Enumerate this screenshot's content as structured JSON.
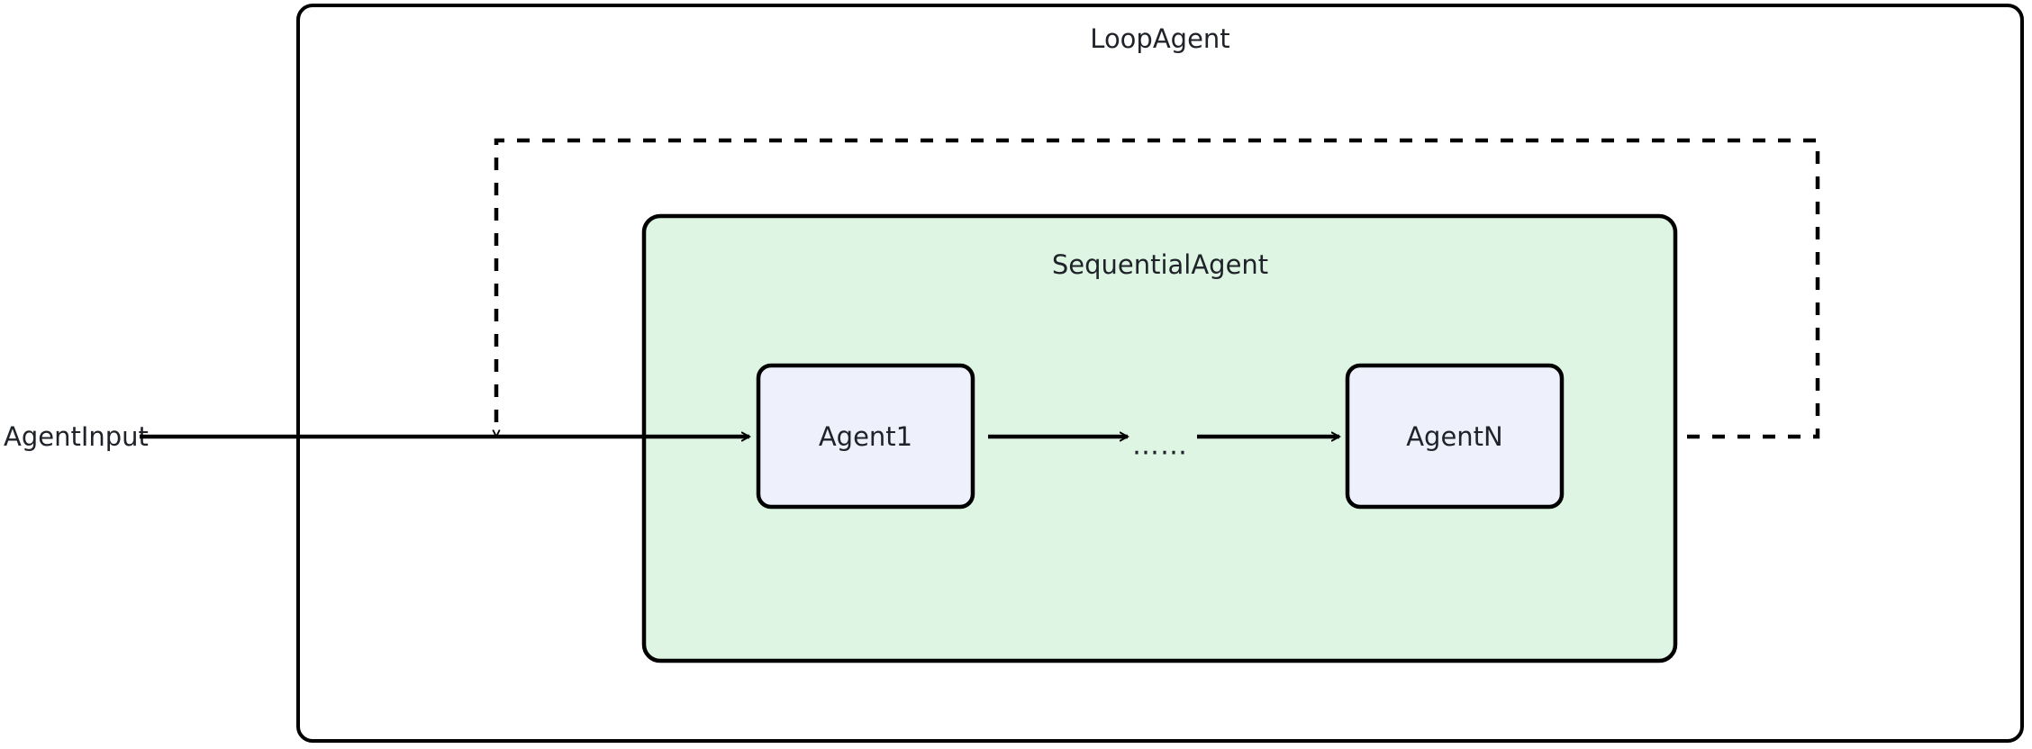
{
  "diagram": {
    "title": "LoopAgent",
    "background_color": "#ffffff",
    "stroke_color": "#000000",
    "text_color": "#1f2329",
    "outer_container": {
      "label": "LoopAgent",
      "fill": "#ffffff",
      "stroke": "#000000"
    },
    "group_container": {
      "label": "SequentialAgent",
      "fill": "#dff5e4",
      "stroke": "#000000"
    },
    "nodes": [
      {
        "id": "agent1",
        "label": "Agent1",
        "fill": "#eef1fc",
        "stroke": "#000000"
      },
      {
        "id": "agentN",
        "label": "AgentN",
        "fill": "#eef1fc",
        "stroke": "#000000"
      }
    ],
    "input": {
      "label": "AgentInput"
    },
    "ellipsis": "……",
    "edges": [
      {
        "from": "AgentInput",
        "to": "Agent1",
        "style": "solid",
        "arrow": true
      },
      {
        "from": "Agent1",
        "to": "……",
        "style": "solid",
        "arrow": true
      },
      {
        "from": "……",
        "to": "AgentN",
        "style": "solid",
        "arrow": true
      },
      {
        "from": "AgentN",
        "to": "Agent1",
        "style": "dashed",
        "arrow": true,
        "kind": "loop-back"
      }
    ]
  }
}
